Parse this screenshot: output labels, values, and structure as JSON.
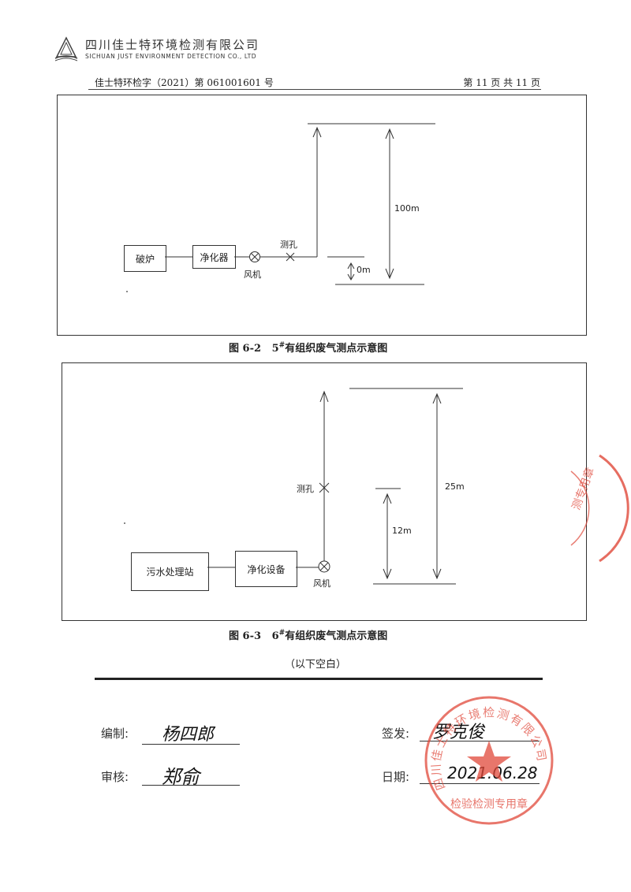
{
  "header": {
    "company_cn": "四川佳士特环境检测有限公司",
    "company_en": "SICHUAN JUST ENVIRONMENT DETECTION CO., LTD",
    "report_no": "佳士特环检字（2021）第 061001601 号",
    "page_info": "第 11 页  共 11 页"
  },
  "figure_6_2": {
    "box1": "破炉",
    "box2": "净化器",
    "fan": "风机",
    "hole": "测孔",
    "height_main": "100m",
    "height_small": "0m",
    "caption_prefix": "图 6-2",
    "caption_num": "5",
    "caption_sup": "#",
    "caption_text": "有组织废气测点示意图"
  },
  "figure_6_3": {
    "box1": "污水处理站",
    "box2": "净化设备",
    "fan": "风机",
    "hole": "测孔",
    "height_main": "25m",
    "height_small": "12m",
    "caption_prefix": "图 6-3",
    "caption_num": "6",
    "caption_sup": "#",
    "caption_text": "有组织废气测点示意图"
  },
  "blank_note": "（以下空白）",
  "signatures": {
    "compile_label": "编制:",
    "review_label": "审核:",
    "issue_label": "签发:",
    "date_label": "日期:",
    "compile_sig": "杨四郎",
    "review_sig": "郑俞",
    "issue_sig": "罗克俊",
    "date_value": "2021.06.28"
  },
  "stamp": {
    "text": "四川佳士特环境检测有限公司",
    "sub_text": "检验检测专用章",
    "color": "#e0483a"
  },
  "colors": {
    "ink": "#222222",
    "stamp": "#e0483a"
  }
}
